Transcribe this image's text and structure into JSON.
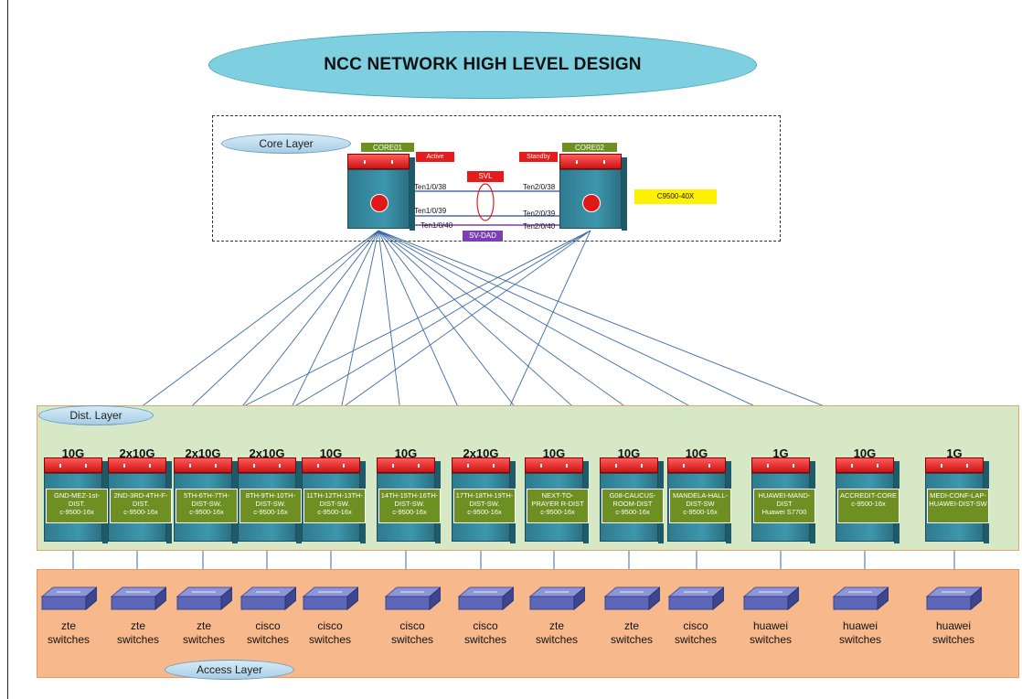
{
  "title": "NCC NETWORK HIGH LEVEL DESIGN",
  "layers": {
    "core": "Core Layer",
    "dist": "Dist. Layer",
    "access": "Access Layer"
  },
  "core": {
    "core01": {
      "name": "CORE01",
      "role": "Active",
      "ports": [
        "Ten1/0/38",
        "Ten1/0/39",
        "Ten1/0/40"
      ]
    },
    "core02": {
      "name": "CORE02",
      "role": "Standby",
      "ports": [
        "Ten2/0/38",
        "Ten2/0/39",
        "Ten2/0/40"
      ]
    },
    "svl": "SVL",
    "svdad": "SV-DAD",
    "model": "C9500-40X"
  },
  "distribution": [
    {
      "speed": "10G",
      "name": "GND-MEZ-1st-DIST.",
      "model": "c-9500-16x"
    },
    {
      "speed": "2x10G",
      "name": "2ND-3RD-4TH-F-DIST.",
      "model": "c-9500-16x"
    },
    {
      "speed": "2x10G",
      "name": "5TH-6TH-7TH-DIST-SW.",
      "model": "c-9500-16x"
    },
    {
      "speed": "2x10G",
      "name": "8TH-9TH-10TH-DIST-SW.",
      "model": "c-9500-16x"
    },
    {
      "speed": "10G",
      "name": "11TH-12TH-13TH-DIST-SW.",
      "model": "c-9500-16x"
    },
    {
      "speed": "10G",
      "name": "14TH-15TH-16TH-DIST-SW.",
      "model": "c-9500-16x"
    },
    {
      "speed": "2x10G",
      "name": "17TH-18TH-19TH-DIST-SW.",
      "model": "c-9500-16x"
    },
    {
      "speed": "10G",
      "name": "NEXT-TO-PRAYER R-DIST",
      "model": "c-9500-16x"
    },
    {
      "speed": "10G",
      "name": "G08-CAUCUS-ROOM-DIST",
      "model": "c-9500-16x"
    },
    {
      "speed": "10G",
      "name": "MANDELA-HALL-DIST-SW",
      "model": "c-9500-16x"
    },
    {
      "speed": "1G",
      "name": "HUAWEI-MAND-DIST",
      "model": "Huawei S7700"
    },
    {
      "speed": "10G",
      "name": "ACCREDIT-CORE",
      "model": "c-9500-16x"
    },
    {
      "speed": "1G",
      "name": "MEDI-CONF-LAP-HUAWEI-DIST-SW",
      "model": ""
    }
  ],
  "access": [
    {
      "vendor": "zte",
      "label": "switches"
    },
    {
      "vendor": "zte",
      "label": "switches"
    },
    {
      "vendor": "zte",
      "label": "switches"
    },
    {
      "vendor": "cisco",
      "label": "switches"
    },
    {
      "vendor": "cisco",
      "label": "switches"
    },
    {
      "vendor": "cisco",
      "label": "switches"
    },
    {
      "vendor": "cisco",
      "label": "switches"
    },
    {
      "vendor": "zte",
      "label": "switches"
    },
    {
      "vendor": "zte",
      "label": "switches"
    },
    {
      "vendor": "cisco",
      "label": "switches"
    },
    {
      "vendor": "huawei",
      "label": "switches"
    },
    {
      "vendor": "huawei",
      "label": "switches"
    },
    {
      "vendor": "huawei",
      "label": "switches"
    }
  ],
  "colors": {
    "title_fill": "#7ecfe0",
    "dist_band": "#d6e8c6",
    "access_band": "#f7b98c",
    "label_green": "#6e8f22",
    "switch_red": "#cc1414",
    "switch_teal": "#3d97ad",
    "link_blue": "#3b6aa8"
  },
  "icons": [
    "router-icon",
    "multilayer-switch-icon",
    "access-switch-icon"
  ]
}
